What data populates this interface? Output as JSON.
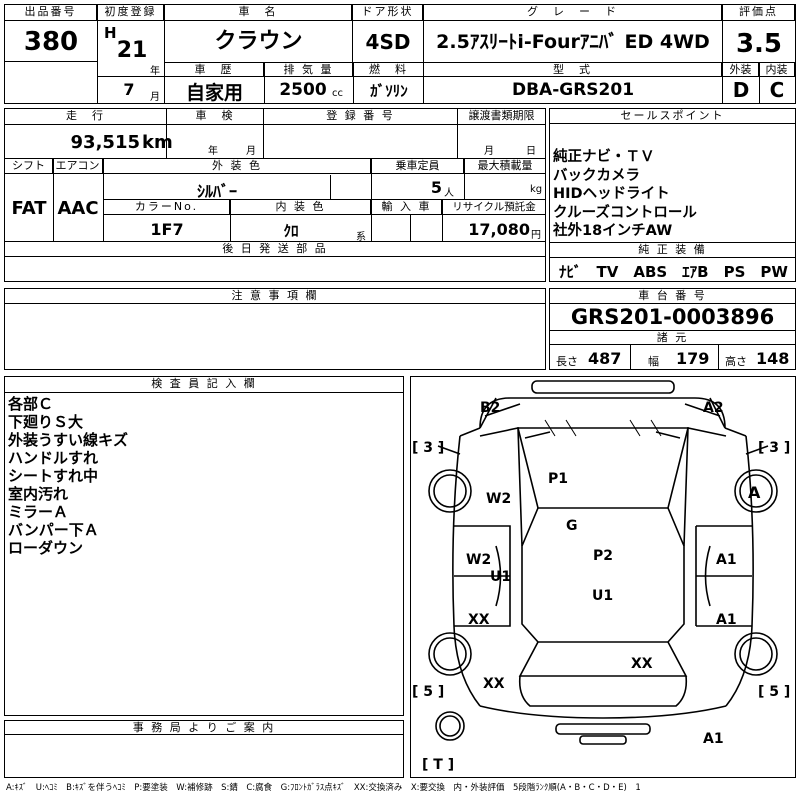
{
  "top": {
    "lot_label": "出品番号",
    "lot_value": "380",
    "reg_label": "初度登録",
    "era": "H",
    "year_value": "21",
    "year_unit": "年",
    "month_value": "7",
    "month_unit": "月",
    "name_label": "車　名",
    "name_value": "クラウン",
    "door_label": "ドア形状",
    "door_value": "4SD",
    "grade_label": "グ　レ　ー　ド",
    "grade_value": "2.5ｱｽﾘｰﾄi-Fourｱﾆﾊﾞ ED 4WD",
    "score_label": "評価点",
    "score_value": "3.5",
    "ext_label": "外装",
    "int_label": "内装",
    "ext_value": "D",
    "int_value": "C",
    "history_label": "車　歴",
    "history_value": "自家用",
    "disp_label": "排 気 量",
    "disp_value": "2500",
    "disp_unit": "cc",
    "fuel_label": "燃　料",
    "fuel_value": "ｶﾞｿﾘﾝ",
    "model_label": "型　式",
    "model_value": "DBA-GRS201"
  },
  "mid": {
    "mileage_label": "走　行",
    "mileage_value": "93,515",
    "mileage_unit": "km",
    "inspection_label": "車　検",
    "insp_year": "年",
    "insp_month": "月",
    "regno_label": "登 録 番 号",
    "transfer_label": "譲渡書類期限",
    "tr_month": "月",
    "tr_day": "日",
    "shift_label": "シフト",
    "shift_value": "FAT",
    "ac_label": "エアコン",
    "ac_value": "AAC",
    "color_label": "外 装 色",
    "color_value": "ｼﾙﾊﾞｰ",
    "capacity_label": "乗車定員",
    "capacity_value": "5",
    "capacity_unit": "人",
    "load_label": "最大積載量",
    "load_unit": "kg",
    "colorno_label": "カラーNo.",
    "colorno_value": "1F7",
    "intcolor_label": "内 装 色",
    "intcolor_value": "ｸﾛ",
    "intcolor_unit": "系",
    "import_label": "輸 入 車",
    "recycle_label": "リサイクル預託金",
    "recycle_value": "17,080",
    "recycle_unit": "円",
    "later_label": "後 日 発 送 部 品"
  },
  "sales": {
    "label": "セールスポイント",
    "points": [
      "純正ナビ・ＴＶ",
      "バックカメラ",
      "HIDヘッドライト",
      "クルーズコントロール",
      "社外18インチAW"
    ],
    "equip_label": "純 正 装 備",
    "equip_value": "ﾅﾋﾞ　TV　ABS　ｴｱB　PS　PW"
  },
  "caution": {
    "label": "注 意 事 項 欄"
  },
  "chassis": {
    "label": "車 台 番 号",
    "value": "GRS201-0003896",
    "spec_label": "諸 元",
    "len_label": "長さ",
    "len_value": "487",
    "wid_label": "幅",
    "wid_value": "179",
    "hei_label": "高さ",
    "hei_value": "148"
  },
  "inspector": {
    "label": "検 査 員 記 入 欄",
    "notes": [
      "各部Ｃ",
      "下廻りＳ大",
      "外装うすい線キズ",
      "ハンドルすれ",
      "シートすれ中",
      "室内汚れ",
      "ミラーＡ",
      "バンパー下Ａ",
      "ローダウン"
    ]
  },
  "office": {
    "label": "事 務 局 よ り ご 案 内"
  },
  "diagram": {
    "marks": {
      "b2": "B2",
      "a2": "A2",
      "p1": "P1",
      "w2a": "W2",
      "a_r": "A",
      "g": "G",
      "w2b": "W2",
      "u1a": "U1",
      "p2": "P2",
      "a1a": "A1",
      "u1b": "U1",
      "xx1": "XX",
      "a1b": "A1",
      "xx2": "XX",
      "xx3": "XX",
      "a1c": "A1"
    },
    "bl3": "[ 3 ]",
    "br3": "[ 3 ]",
    "bl5": "[ 5 ]",
    "br5": "[ 5 ]",
    "bt": "[ T ]"
  },
  "legend": "A:ｷｽﾞ　U:ﾍｺﾐ　B:ｷｽﾞを伴うﾍｺﾐ　P:要塗装　W:補修跡　S:錆　C:腐食　G:ﾌﾛﾝﾄｶﾞﾗｽ点ｷｽﾞ　XX:交換済み　X:要交換　内・外装評価　5段階ﾗﾝｸ順(A・B・C・D・E)　1"
}
